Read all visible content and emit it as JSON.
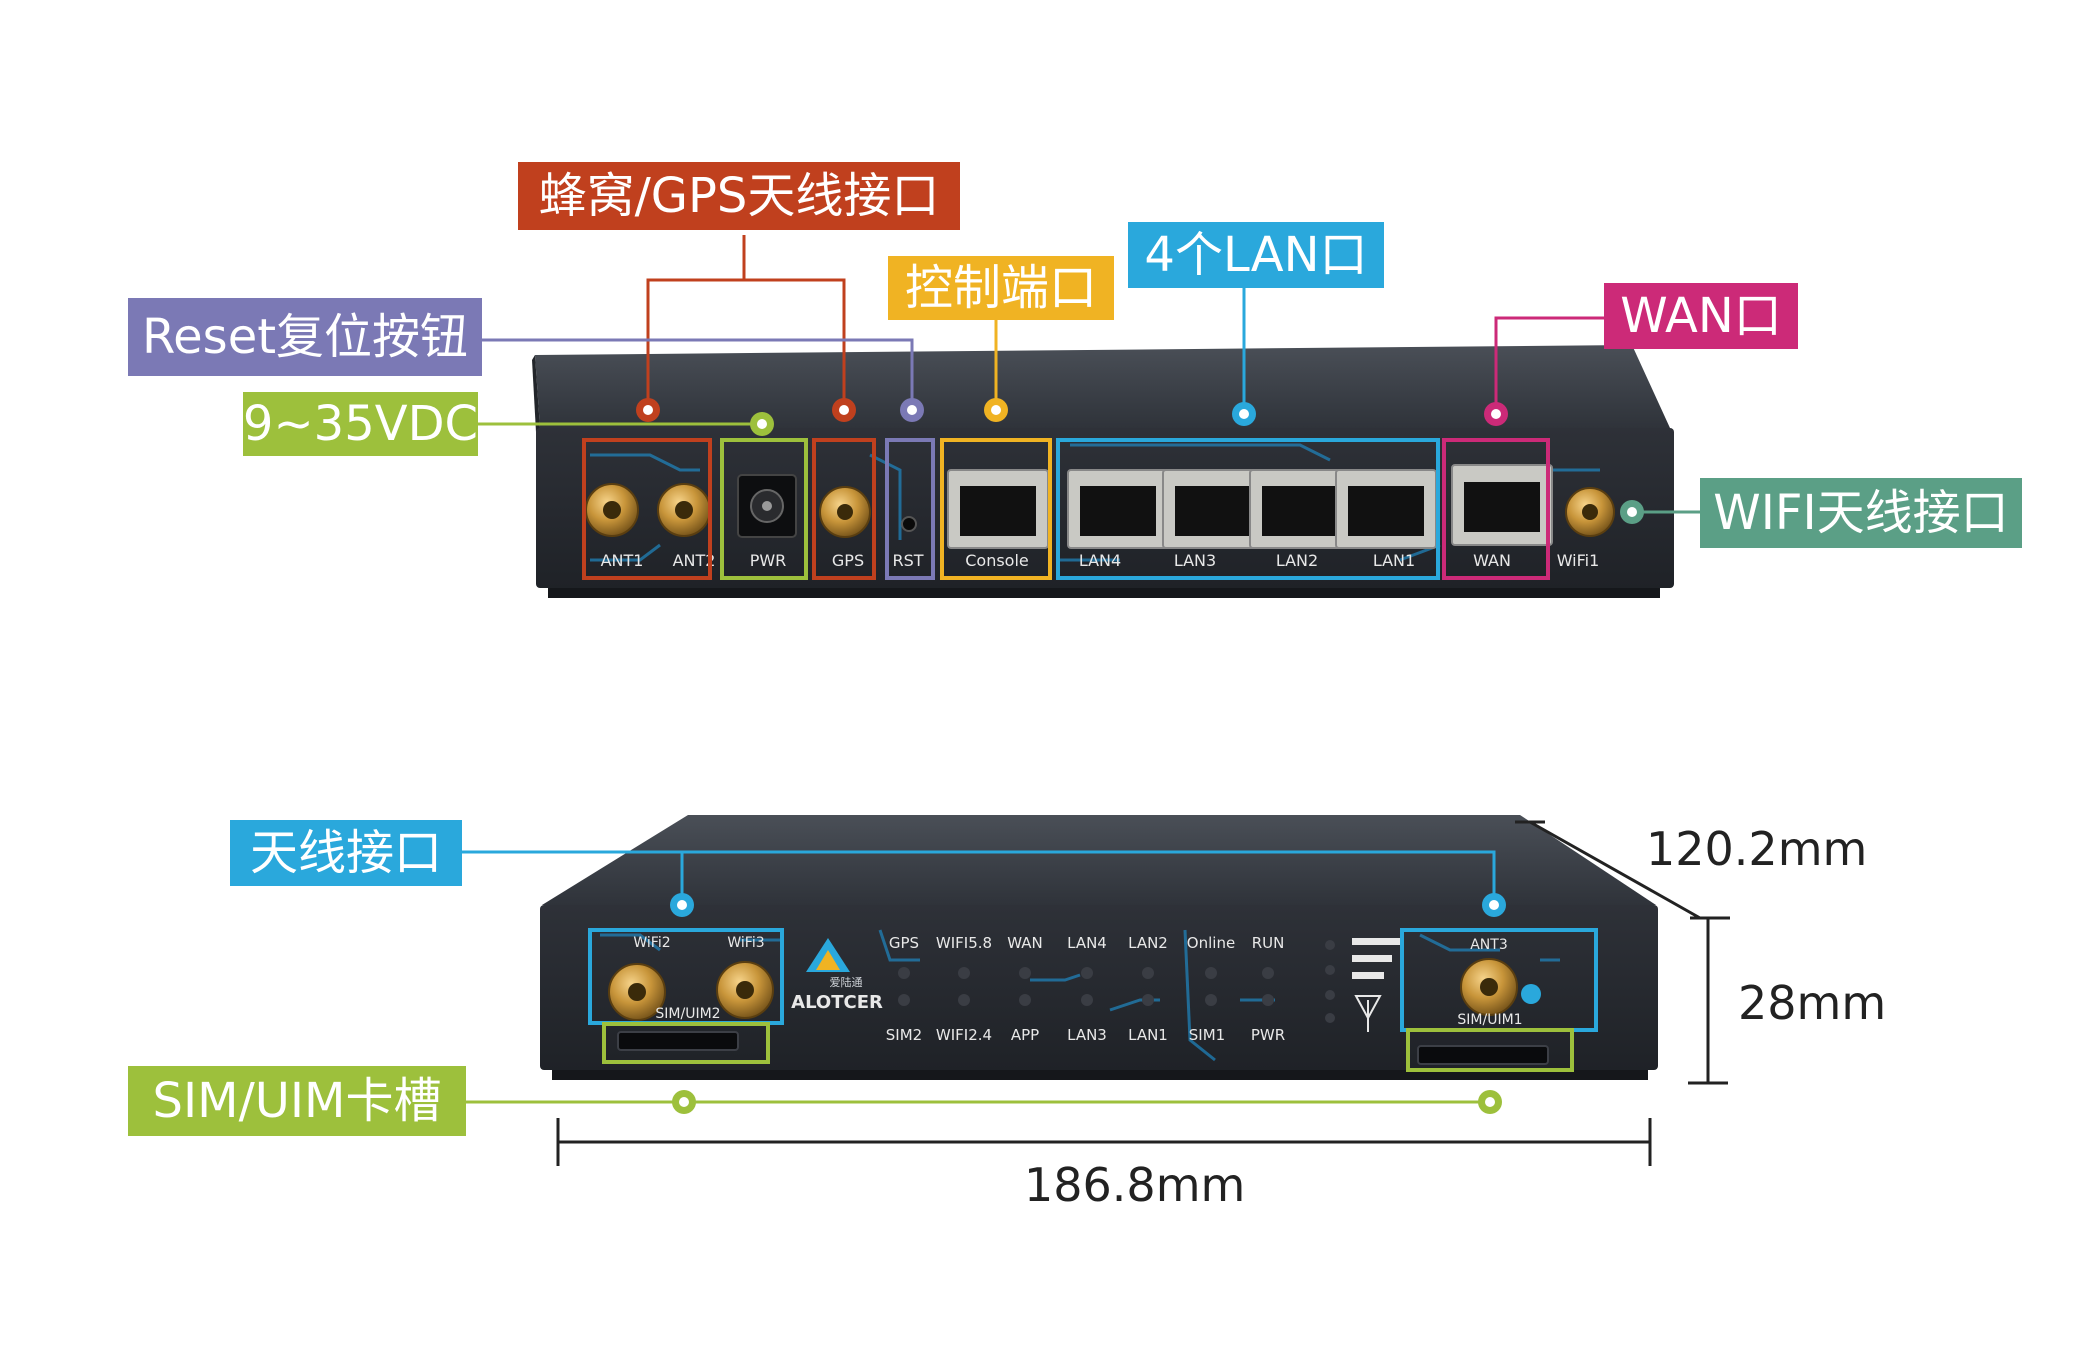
{
  "colors": {
    "cellular": "#c0401e",
    "reset": "#7b79b5",
    "power": "#9dc03c",
    "console": "#f0b323",
    "lan": "#2aa8dc",
    "wan": "#cc2a78",
    "wifi": "#5b9f86",
    "antenna": "#2aa8dc",
    "sim": "#9dc03c"
  },
  "callouts": {
    "cellular_gps": "蜂窝/GPS天线接口",
    "reset": "Reset复位按钮",
    "power": "9~35VDC",
    "console": "控制端口",
    "lan": "4个LAN口",
    "wan": "WAN口",
    "wifi": "WIFI天线接口",
    "antenna": "天线接口",
    "sim": "SIM/UIM卡槽"
  },
  "rear_panel": {
    "ports": [
      "ANT1",
      "ANT2",
      "PWR",
      "GPS",
      "RST",
      "Console",
      "LAN4",
      "LAN3",
      "LAN2",
      "LAN1",
      "WAN",
      "WiFi1"
    ]
  },
  "front_panel": {
    "antennas": [
      "WiFi2",
      "WiFi3",
      "ANT3"
    ],
    "sim_labels": [
      "SIM/UIM2",
      "SIM/UIM1"
    ],
    "brand": "ALOTCER",
    "brand_cn": "爱陆通",
    "leds_top": [
      "GPS",
      "WIFI5.8",
      "WAN",
      "LAN4",
      "LAN2",
      "Online",
      "RUN"
    ],
    "leds_bottom": [
      "SIM2",
      "WIFI2.4",
      "APP",
      "LAN3",
      "LAN1",
      "SIM1",
      "PWR"
    ]
  },
  "dimensions": {
    "depth": "120.2mm",
    "height": "28mm",
    "width": "186.8mm"
  }
}
